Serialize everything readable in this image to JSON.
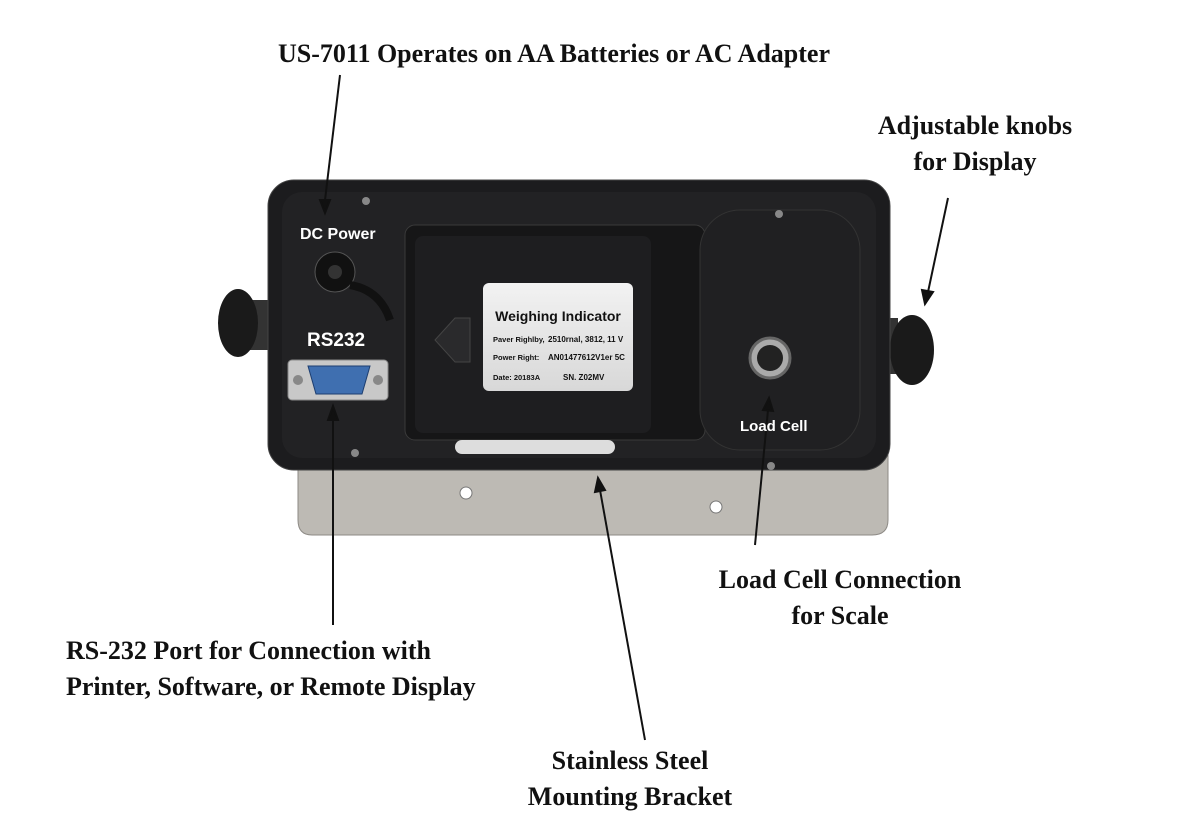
{
  "callouts": {
    "power": "US-7011 Operates on AA Batteries or AC Adapter",
    "knobs_line1": "Adjustable knobs",
    "knobs_line2": "for Display",
    "rs232_line1": "RS-232 Port for Connection with",
    "rs232_line2": "Printer, Software, or Remote Display",
    "loadcell_line1": "Load Cell Connection",
    "loadcell_line2": "for Scale",
    "bracket_line1": "Stainless Steel",
    "bracket_line2": "Mounting Bracket"
  },
  "device": {
    "dc_power": "DC Power",
    "rs232": "RS232",
    "load_cell": "Load Cell",
    "label": {
      "title": "Weighing Indicator",
      "row1_key": "Paver Righlby,",
      "row1_val": "2510rnal, 3812, 11 V",
      "row2_key": "Power Right:",
      "row2_val": "AN01477612V1er 5C",
      "row3_key": "Date: 20183A",
      "row3_val": "SN. Z02MV"
    }
  },
  "colors": {
    "body": "#1c1c1e",
    "steel": "#b9b6b0",
    "port": "#3f6fb0"
  }
}
